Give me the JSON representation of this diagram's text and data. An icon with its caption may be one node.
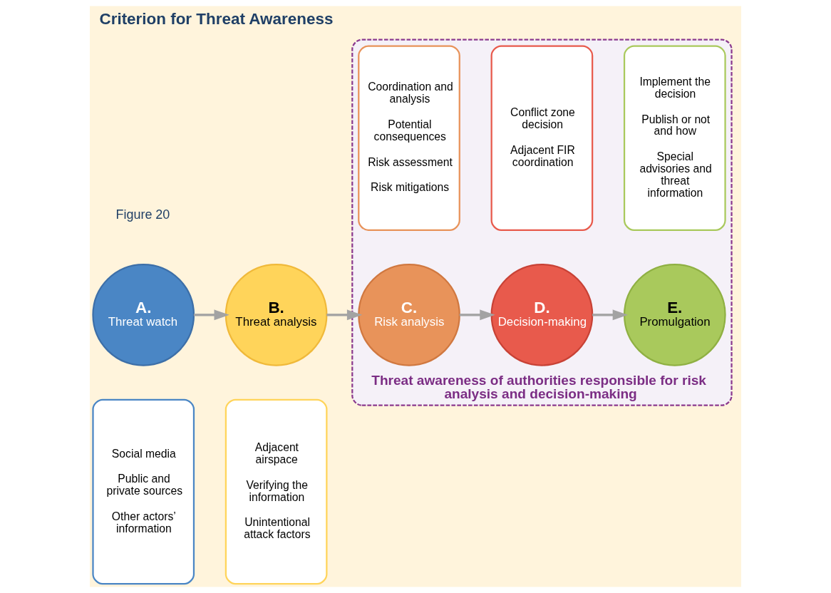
{
  "diagram": {
    "title": "Criterion for Threat Awareness",
    "nodes": [
      {
        "text": [
          "A.",
          "Threat watch"
        ]
      },
      {
        "text": [
          "B.",
          "Threat analysis"
        ]
      },
      {
        "text": [
          "Threat awareness of authorities responsible for risk analysis and decision-making"
        ]
      },
      {
        "text": [
          "C.",
          "Risk analysis"
        ],
        "in": 2
      },
      {
        "text": [
          "D.",
          "Decision-making"
        ],
        "in": 2
      },
      {
        "text": [
          "E.",
          "Promulgation"
        ],
        "in": 2
      },
      {
        "text": [
          "Social media",
          "Public and private sources",
          "Other actors’ information"
        ]
      },
      {
        "text": [
          "Adjacent airspace",
          "Verifying the information",
          "Unintentional attack factors"
        ]
      },
      {
        "text": [
          "Coordination and analysis",
          "Potential consequences",
          "Risk assessment",
          "Risk mitigations"
        ],
        "in": 2
      },
      {
        "text": [
          "Conflict zone decision",
          "Adjacent FIR coordination"
        ],
        "in": 2
      },
      {
        "text": [
          "Implement the decision",
          "Publish or not and how",
          "Special advisories and threat information"
        ],
        "in": 2
      }
    ],
    "edges": [
      {
        "from": 0,
        "to": 1,
        "arrow": "to"
      },
      {
        "from": 1,
        "to": 3,
        "arrow": "to"
      },
      {
        "from": 3,
        "to": 4,
        "arrow": "to"
      },
      {
        "from": 4,
        "to": 5,
        "arrow": "to"
      }
    ],
    "labels": [
      "Figure 20"
    ]
  }
}
